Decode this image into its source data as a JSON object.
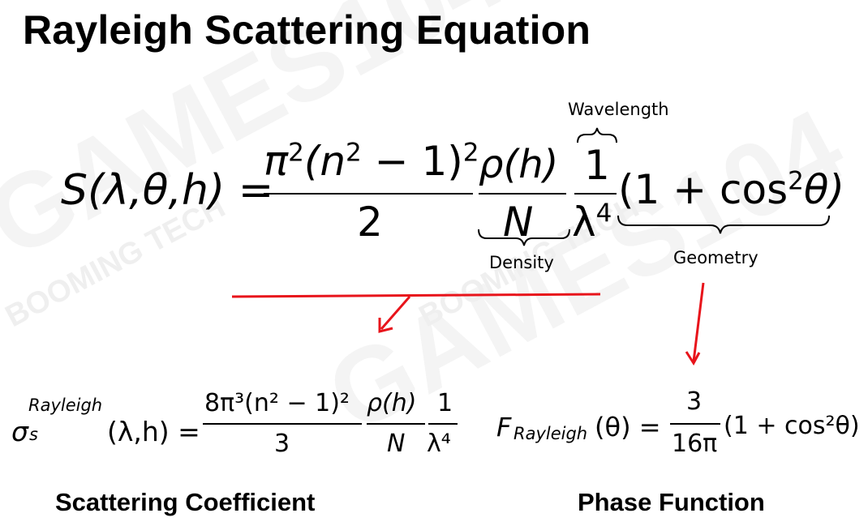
{
  "title": "Rayleigh Scattering Equation",
  "main_equation": {
    "lhs": "S(λ,θ,h) =",
    "frac1_num_pi": "π",
    "frac1_num_exp": "2",
    "frac1_num_rest": "(n",
    "frac1_num_exp2": "2",
    "frac1_num_rest2": " − 1)",
    "frac1_num_exp3": "2",
    "frac1_den": "2",
    "frac2_num": "ρ(h)",
    "frac2_den": "N",
    "frac3_num": "1",
    "frac3_den": "λ",
    "frac3_den_exp": "4",
    "tail": "(1 + cos",
    "tail_exp": "2",
    "tail_end": "θ)"
  },
  "annotations": {
    "wavelength": "Wavelength",
    "density": "Density",
    "geometry": "Geometry"
  },
  "scattering_coefficient": {
    "lhs_sigma": "σ",
    "lhs_sub": "s",
    "lhs_sup": "Rayleigh",
    "lhs_rest": "(λ,h) =",
    "num1": "8π³(n² − 1)²",
    "den1": "3",
    "num2": "ρ(h)",
    "den2": "N",
    "num3": "1",
    "den3": "λ⁴",
    "caption": "Scattering Coefficient"
  },
  "phase_function": {
    "lhs_F": "F",
    "lhs_sub": "Rayleigh",
    "lhs_rest": "(θ) =",
    "num": "3",
    "den": "16π",
    "tail": "(1 + cos²θ)",
    "caption": "Phase Function"
  },
  "colors": {
    "arrow": "#e8141b",
    "text": "#000000",
    "watermark": "#f4f4f4"
  },
  "watermarks": {
    "big": "GAMES104",
    "small": "BOOMING TECH"
  }
}
